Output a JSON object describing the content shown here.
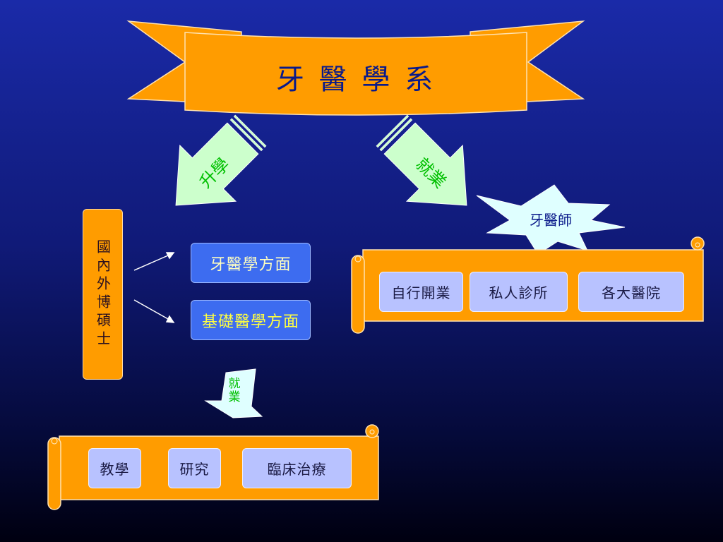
{
  "title": "牙 醫 學 系",
  "arrows": {
    "further_study": "升學",
    "employment_right": "就業",
    "employment_small": "就業"
  },
  "dentist": "牙醫師",
  "left_column": "國內外博碩士",
  "study_options": [
    "牙醫學方面",
    "基礎醫學方面"
  ],
  "dentist_careers": [
    "自行開業",
    "私人診所",
    "各大醫院"
  ],
  "academic_careers": [
    "教學",
    "研究",
    "臨床治療"
  ],
  "colors": {
    "orange": "#ff9c00",
    "navy_text": "#0a1a8a",
    "green_text": "#00c000",
    "light_green": "#ccffcc",
    "light_cyan": "#dfffff",
    "blue_box": "#3d6cf0",
    "lavender_box": "#b8c2ff"
  }
}
